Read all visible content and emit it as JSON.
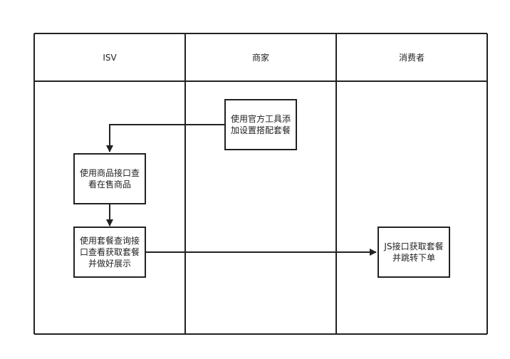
{
  "lanes": [
    {
      "title": "ISV"
    },
    {
      "title": "商家"
    },
    {
      "title": "消费者"
    }
  ],
  "nodes": {
    "merchant_setup": "使用官方工具添加设置搭配套餐",
    "isv_query_goods": "使用商品接口查看在售商品",
    "isv_query_package": "使用套餐查询接口查看获取套餐并做好展示",
    "consumer_order": "JS接口获取套餐并跳转下单"
  },
  "colors": {
    "stroke": "#222222"
  }
}
